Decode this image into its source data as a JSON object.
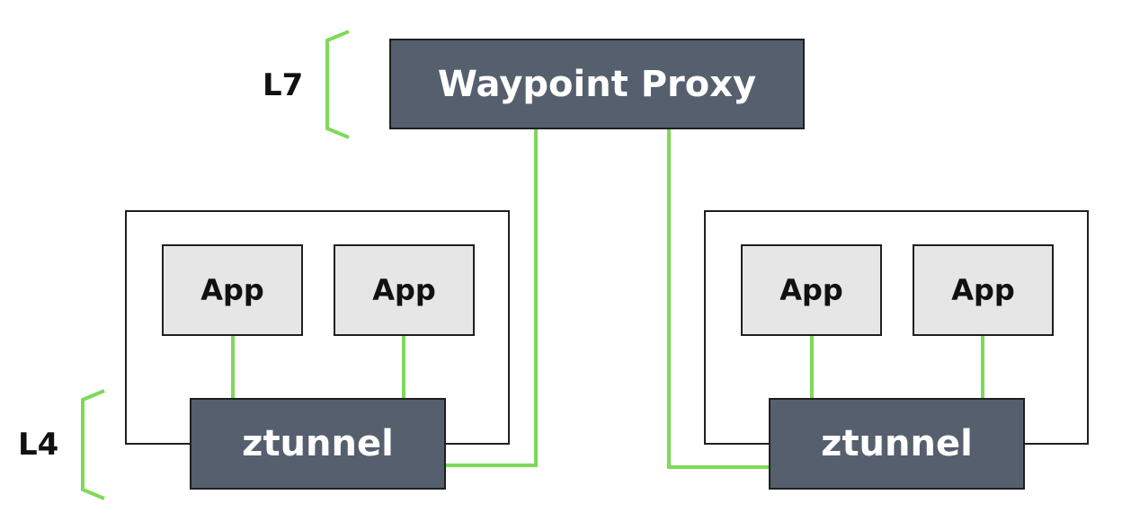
{
  "layers": {
    "l7_label": "L7",
    "l4_label": "L4"
  },
  "waypoint": {
    "label": "Waypoint Proxy"
  },
  "nodes": [
    {
      "apps": [
        {
          "label": "App"
        },
        {
          "label": "App"
        }
      ],
      "ztunnel_label": "ztunnel"
    },
    {
      "apps": [
        {
          "label": "App"
        },
        {
          "label": "App"
        }
      ],
      "ztunnel_label": "ztunnel"
    }
  ],
  "colors": {
    "connector": "#7ed957",
    "dark_box": "#555f6d",
    "app_box": "#e6e6e6"
  }
}
